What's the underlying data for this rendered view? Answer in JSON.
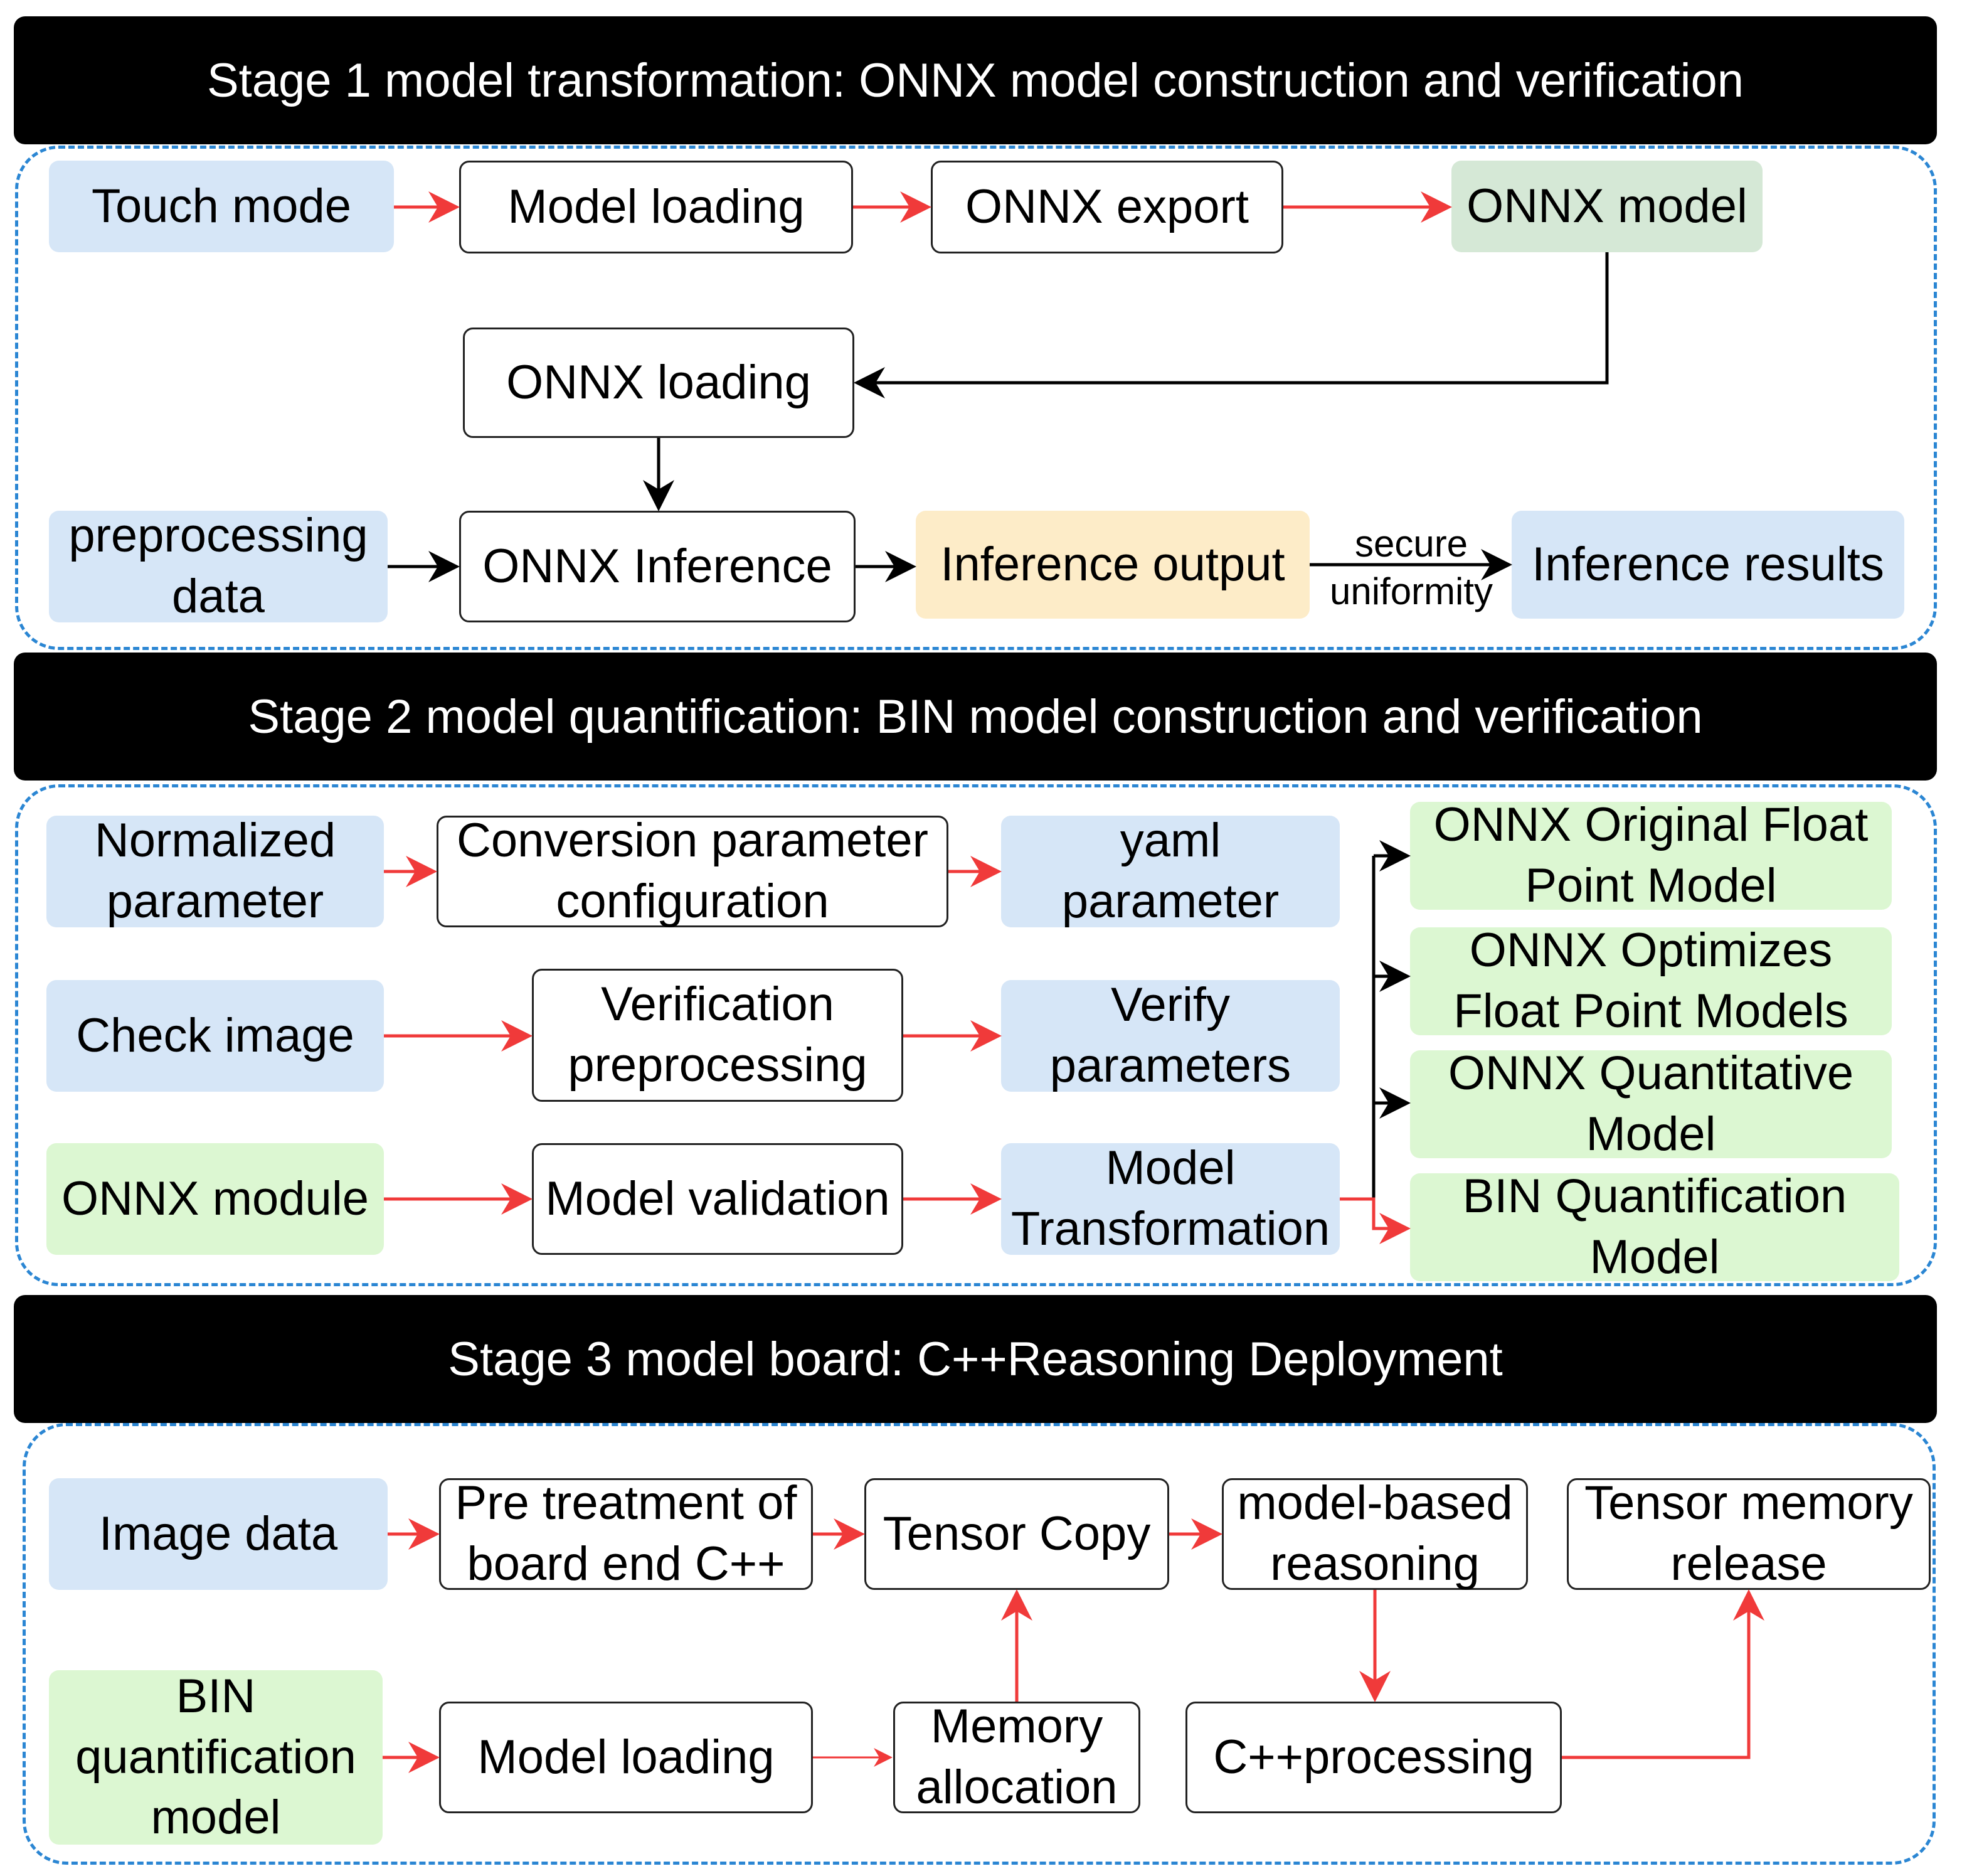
{
  "stages": [
    {
      "title": "Stage 1 model transformation: ONNX model construction and verification"
    },
    {
      "title": "Stage 2 model quantification: BIN model construction and verification"
    },
    {
      "title": "Stage 3 model board: C++Reasoning Deployment"
    }
  ],
  "stage1": {
    "touch_mode": "Touch mode",
    "model_loading": "Model loading",
    "onnx_export": "ONNX export",
    "onnx_model": "ONNX model",
    "onnx_loading": "ONNX loading",
    "preprocessing_data": "preprocessing data",
    "onnx_inference": "ONNX Inference",
    "inference_output": "Inference output",
    "secure_label": "secure",
    "uniformity_label": "uniformity",
    "inference_results": "Inference results"
  },
  "stage2": {
    "normalized_parameter": "Normalized parameter",
    "conversion_config": "Conversion parameter configuration",
    "yaml_parameter": "yaml parameter",
    "check_image": "Check image",
    "verification_preprocessing": "Verification preprocessing",
    "verify_parameters": "Verify parameters",
    "onnx_module": "ONNX module",
    "model_validation": "Model validation",
    "model_transformation": "Model Transformation",
    "outputs": [
      "ONNX Original Float Point Model",
      "ONNX Optimizes Float Point Models",
      "ONNX Quantitative Model",
      "BIN Quantification Model"
    ]
  },
  "stage3": {
    "image_data": "Image data",
    "pre_treatment": "Pre treatment of board end C++",
    "tensor_copy": "Tensor Copy",
    "model_reasoning": "model-based reasoning",
    "tensor_release": "Tensor memory release",
    "bin_model": "BIN quantification model",
    "model_loading": "Model loading",
    "memory_allocation": "Memory allocation",
    "cpp_processing": "C++processing"
  },
  "colors": {
    "flow_arrow": "#f03a3a",
    "control_arrow": "#000000",
    "zone_border": "#2b86d3",
    "banner": "#000000",
    "input_fill": "#d6e6f7",
    "model_fill": "#dcf7d2",
    "onnx_model_fill": "#d5e8d6",
    "output_fill": "#fdecc8"
  }
}
